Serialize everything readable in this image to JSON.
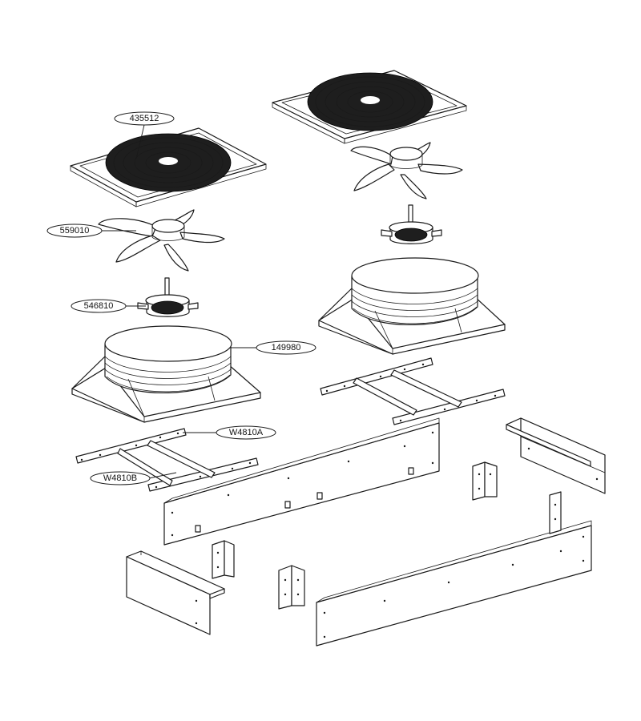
{
  "labels": {
    "guard": "435512",
    "fan_blade": "559010",
    "motor": "546810",
    "shroud": "149980",
    "bracket_a": "W4810A",
    "bracket_b": "W4810B"
  },
  "colors": {
    "line": "#1a1a1a",
    "background": "#ffffff"
  }
}
